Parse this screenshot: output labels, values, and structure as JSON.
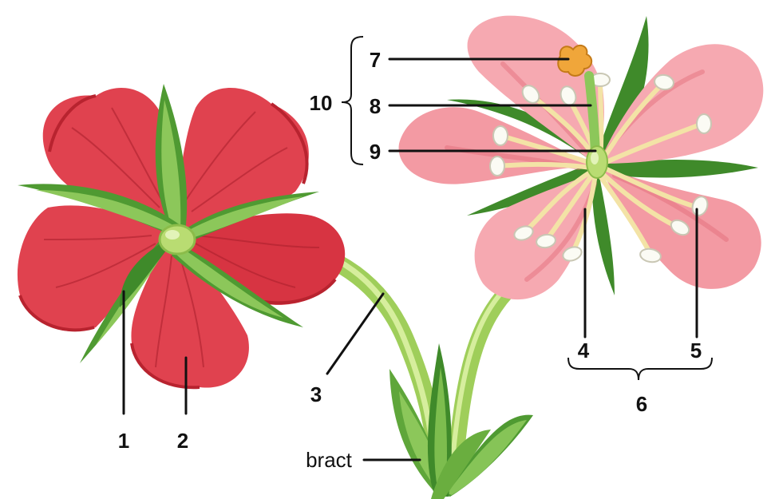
{
  "labels": {
    "l1": "1",
    "l2": "2",
    "l3": "3",
    "l4": "4",
    "l5": "5",
    "l6": "6",
    "l7": "7",
    "l8": "8",
    "l9": "9",
    "l10": "10",
    "bract": "bract"
  },
  "colors": {
    "petal_red": "#e0424f",
    "petal_red_dark": "#b8232f",
    "petal_pink": "#f4a3ab",
    "petal_pink_dark": "#e77884",
    "sepal_green": "#6aae3f",
    "sepal_green_dark": "#3f7f2a",
    "stem_green": "#b9dc72",
    "filament": "#f3e3a6",
    "stigma": "#f0a63a"
  }
}
